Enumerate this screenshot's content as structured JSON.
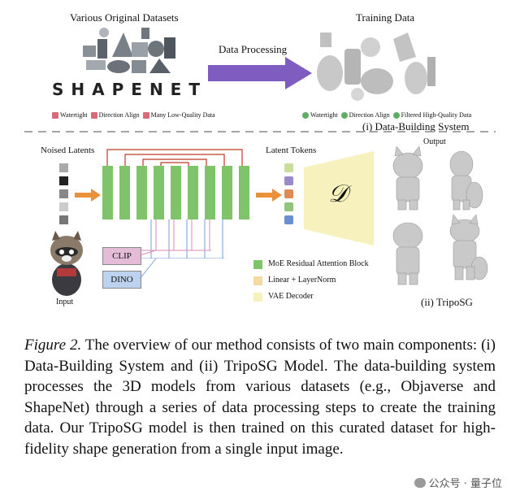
{
  "figure": {
    "top": {
      "original_title": "Various Original Datasets",
      "logo_text": "SHAPENET",
      "arrow_label": "Data Processing",
      "training_title": "Training Data",
      "bad_tags": [
        "Watertight",
        "Direction Align",
        "Many Low-Quality Data"
      ],
      "good_tags": [
        "Watertight",
        "Direction Align",
        "Filtered High-Quality Data"
      ],
      "section_label": "(i) Data-Building System"
    },
    "bottom": {
      "noised_label": "Noised Latents",
      "latent_tokens_label": "Latent Tokens",
      "output_label": "Output",
      "decoder_symbol": "𝒟",
      "input_label": "Input",
      "clip_label": "CLIP",
      "dino_label": "DINO",
      "legend": [
        {
          "label": "MoE Residual Attention Block",
          "color": "#7fc36b"
        },
        {
          "label": "Linear + LayerNorm",
          "color": "#f3d9a4"
        },
        {
          "label": "VAE Decoder",
          "color": "#f6f1bd"
        }
      ],
      "section_label": "(ii) TripoSG"
    },
    "colors": {
      "arrow_purple": "#7f5cc0",
      "arrow_orange": "#e8923c",
      "green_block": "#7fc36b",
      "clip_pink": "#e5bcd8",
      "dino_blue": "#bcd2ee",
      "token_colors": [
        "#c9de9c",
        "#9a89c8",
        "#e08a5a",
        "#8fc47a",
        "#6a8fd0"
      ],
      "noise_colors": [
        "#aaaaaa",
        "#222222",
        "#888888",
        "#cccccc",
        "#777777"
      ]
    }
  },
  "caption": {
    "figure_label": "Figure 2.",
    "text": " The overview of our method consists of two main components: (i) Data-Building System and (ii) TripoSG Model. The data-building system processes the 3D models from various datasets (e.g., Objaverse and ShapeNet) through a series of data processing steps to create the training data. Our TripoSG model is then trained on this curated dataset for high-fidelity shape generation from a single input image."
  },
  "watermark": "公众号 · 量子位"
}
